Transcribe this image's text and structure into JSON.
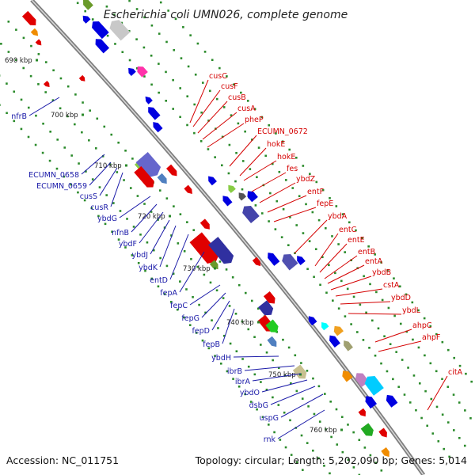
{
  "header": {
    "title": "Escherichia coli UMN026, complete genome"
  },
  "footer": {
    "accession": "Accession: NC_011751",
    "topology": "Topology: circular; Length: 5,202,090 bp; Genes: 5,014"
  },
  "ticks": [
    "690 kbp",
    "700 kbp",
    "710 kbp",
    "720 kbp",
    "730 kbp",
    "740 kbp",
    "750 kbp",
    "760 kbp"
  ],
  "left_labels": [
    "nfrB",
    "ECUMN_0658",
    "ECUMN_0659",
    "cusS",
    "cusR",
    "ybdG",
    "nfnB",
    "ybdF",
    "ybdJ",
    "ybdK",
    "entD",
    "fepA",
    "fepC",
    "fepG",
    "fepD",
    "fepB",
    "ybdH",
    "ibrB",
    "ibrA",
    "ybdO",
    "dsbG",
    "uspG",
    "rnk"
  ],
  "right_labels": [
    "cusC",
    "cusF",
    "cusB",
    "cusA",
    "pheP",
    "ECUMN_0672",
    "hokE",
    "hokE",
    "fes",
    "ybdZ",
    "entF",
    "fepE",
    "ybdA",
    "entC",
    "entE",
    "entB",
    "entA",
    "ybdB",
    "cstA",
    "ybdD",
    "ybdL",
    "ahpC",
    "ahpF",
    "citA"
  ],
  "colors": {
    "backbone": "#8a8a8a",
    "plus_strand": "#e00000",
    "minus_strand": "#0000e0",
    "tick_dot": "#2a8a2a",
    "left_label": "#1a1aa8",
    "right_label": "#d40000"
  }
}
